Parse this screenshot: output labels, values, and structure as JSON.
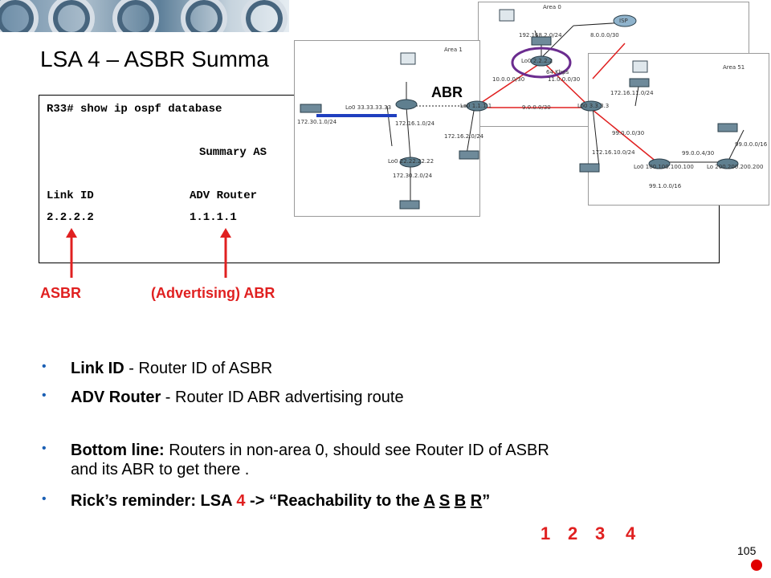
{
  "slide": {
    "title": "LSA 4 – ASBR Summa",
    "page_number": "105"
  },
  "cli": {
    "line1": "R33# show ip ospf database",
    "line2": "Summary AS",
    "header_link": "Link ID",
    "header_adv": "ADV Router",
    "row_link": "2.2.2.2",
    "row_adv": "1.1.1.1"
  },
  "annotations": {
    "asbr": "ASBR",
    "adv_abr": "(Advertising) ABR",
    "abr": "ABR"
  },
  "bullets": [
    {
      "bold": "Link ID",
      "text": "  - Router ID of ASBR"
    },
    {
      "bold": "ADV Router",
      "text": "  -  Router ID ABR advertising route"
    },
    {
      "bold": "Bottom line:",
      "text": " Routers in non-area 0, should see Router ID of ASBR",
      "line2": "and its ABR to get there ."
    },
    {
      "bold": "Rick’s reminder: LSA ",
      "red": "4",
      "bold2": " -> “Reachability to the ",
      "u1": "A",
      "u2": "S",
      "u3": "B",
      "u4": "R",
      "end": "”"
    }
  ],
  "reminder_numbers": [
    "1",
    "2",
    "3",
    "4"
  ],
  "topology": {
    "area0": "Area 0",
    "area1": "Area 1",
    "area51": "Area 51",
    "isp": "ISP",
    "lo_r22": "Lo0 2.2.2.2",
    "lo_r11": "Lo0 1.1.1.1",
    "lo_r33h": "Lo0 3.3.3.3",
    "lo_r33": "Lo0 33.33.33.33",
    "lo_r22b": "Lo0 22.22.22.22",
    "lo_r100": "Lo0 100.100.100.100",
    "lo_r200": "Lo 200.200.200.200",
    "n_192": "192.168.2.0/24",
    "n_8": "8.0.0.0/30",
    "n_10": "10.0.0.0/30",
    "n_11": "11.0.0.0/30",
    "n_9": "9.0.0.0/30",
    "n_kbps": "64 Kbps",
    "n_172_30_1": "172.30.1.0/24",
    "n_172_16_1": "172.16.1.0/24",
    "n_172_16_2": "172.16.2.0/24",
    "n_172_30_2": "172.30.2.0/24",
    "n_172_16_11": "172.16.11.0/24",
    "n_172_16_10": "172.16.10.0/24",
    "n_99_0": "99.0.0.0/30",
    "n_99_04": "99.0.0.4/30",
    "n_99_016": "99.0.0.0/16",
    "n_99_1": "99.1.0.0/16"
  },
  "colors": {
    "accent_red": "#e02020",
    "bullet_blue": "#1a5fb4",
    "highlight_purple": "#6b2c8f",
    "link_blue": "#1f3fbf"
  }
}
